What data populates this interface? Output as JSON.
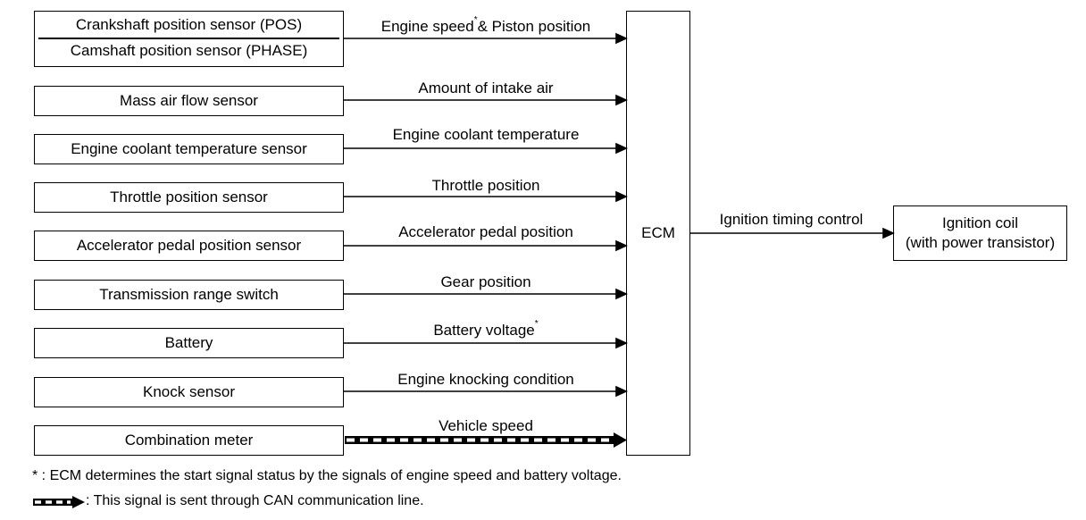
{
  "sensors": {
    "crankshaft": "Crankshaft position sensor (POS)",
    "camshaft": "Camshaft position sensor (PHASE)",
    "maf": "Mass air flow sensor",
    "ect": "Engine coolant temperature sensor",
    "tps": "Throttle position sensor",
    "apps": "Accelerator pedal position sensor",
    "trs": "Transmission range switch",
    "battery": "Battery",
    "knock": "Knock sensor",
    "meter": "Combination meter"
  },
  "signals": {
    "speed_a": "Engine speed",
    "speed_b": "& Piston position",
    "speed_mark": "*",
    "maf": "Amount of intake air",
    "ect": "Engine coolant temperature",
    "tps": "Throttle position",
    "apps": "Accelerator pedal position",
    "gear": "Gear position",
    "battery": "Battery voltage",
    "battery_mark": "*",
    "knock": "Engine knocking condition",
    "vss": "Vehicle speed",
    "ignition": "Ignition timing control"
  },
  "ecm_label": "ECM",
  "output": {
    "line1": "Ignition coil",
    "line2": "(with power transistor)"
  },
  "footnotes": {
    "star_mark": "*",
    "star_text": " : ECM determines the start signal status by the signals of engine speed and battery voltage.",
    "can_text": ": This signal is sent through CAN communication line."
  }
}
